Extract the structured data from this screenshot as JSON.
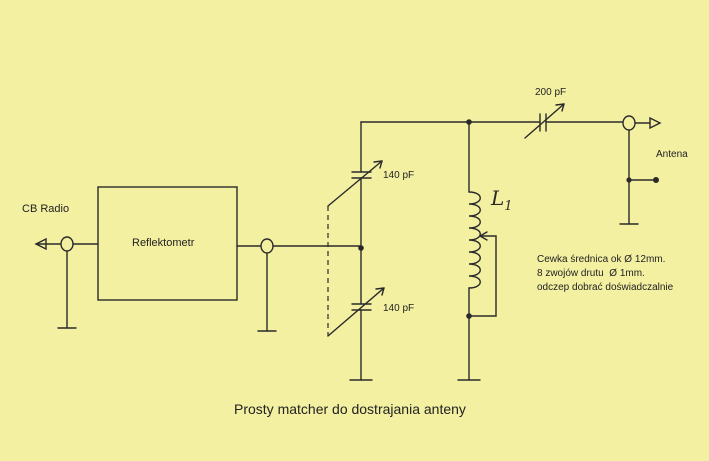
{
  "diagram": {
    "title": "Prosty matcher do dostrajania anteny",
    "labels": {
      "cb_radio": "CB Radio",
      "reflectometer": "Reflektometr",
      "cap_top": "140 pF",
      "cap_bottom": "140 pF",
      "cap_series": "200 pF",
      "antenna": "Antena",
      "coil": "L",
      "coil_subscript": "1"
    },
    "note": {
      "line1": "Cewka średnica ok Ø 12mm.",
      "line2": "8 zwojów drutu  Ø 1mm.",
      "line3": "odczep dobrać doświadczalnie"
    }
  },
  "colors": {
    "background": "#f4f0a2",
    "ink": "#2a2a2a"
  }
}
